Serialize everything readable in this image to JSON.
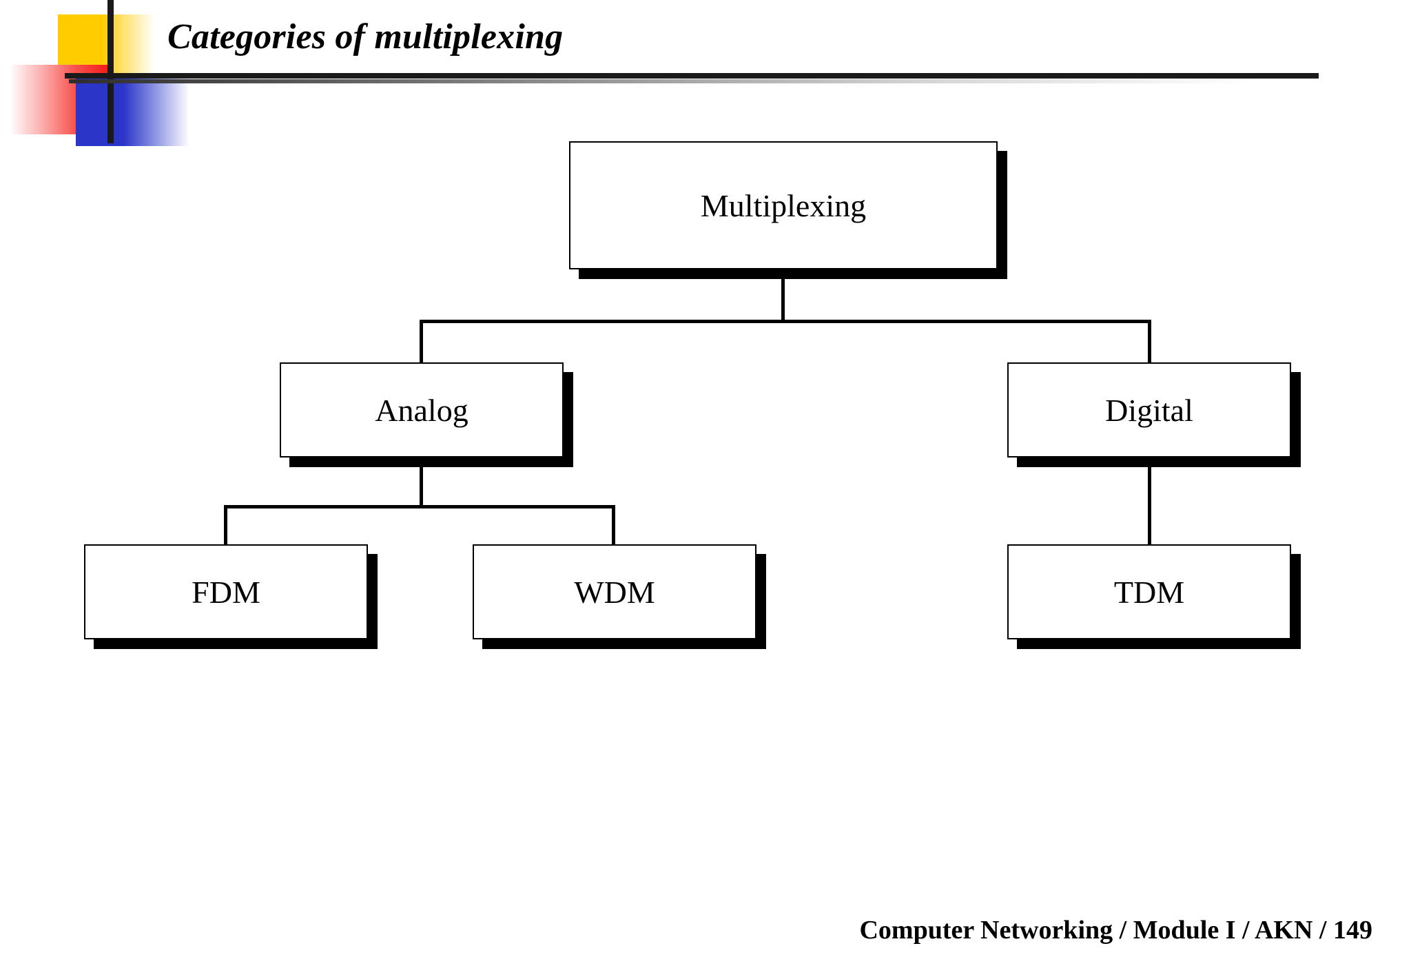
{
  "slide": {
    "title": "Categories of multiplexing",
    "footer": "Computer Networking / Module I / AKN / 149",
    "background_color": "#ffffff"
  },
  "logo": {
    "yellow_color": "#FFCC00",
    "red_color": "#F41B16",
    "blue_color": "#2B35C8",
    "bar_color": "#1A1A1A"
  },
  "diagram": {
    "type": "tree",
    "title": "Categories of multiplexing",
    "node_border_color": "#000000",
    "node_fill_color": "#ffffff",
    "shadow_color": "#000000",
    "nodes": [
      {
        "id": "multiplexing",
        "label": "Multiplexing",
        "level": 0,
        "parent": null
      },
      {
        "id": "analog",
        "label": "Analog",
        "level": 1,
        "parent": "multiplexing"
      },
      {
        "id": "digital",
        "label": "Digital",
        "level": 1,
        "parent": "multiplexing"
      },
      {
        "id": "fdm",
        "label": "FDM",
        "level": 2,
        "parent": "analog"
      },
      {
        "id": "wdm",
        "label": "WDM",
        "level": 2,
        "parent": "analog"
      },
      {
        "id": "tdm",
        "label": "TDM",
        "level": 2,
        "parent": "digital"
      }
    ],
    "edges": [
      {
        "from": "multiplexing",
        "to": "analog"
      },
      {
        "from": "multiplexing",
        "to": "digital"
      },
      {
        "from": "analog",
        "to": "fdm"
      },
      {
        "from": "analog",
        "to": "wdm"
      },
      {
        "from": "digital",
        "to": "tdm"
      }
    ]
  }
}
